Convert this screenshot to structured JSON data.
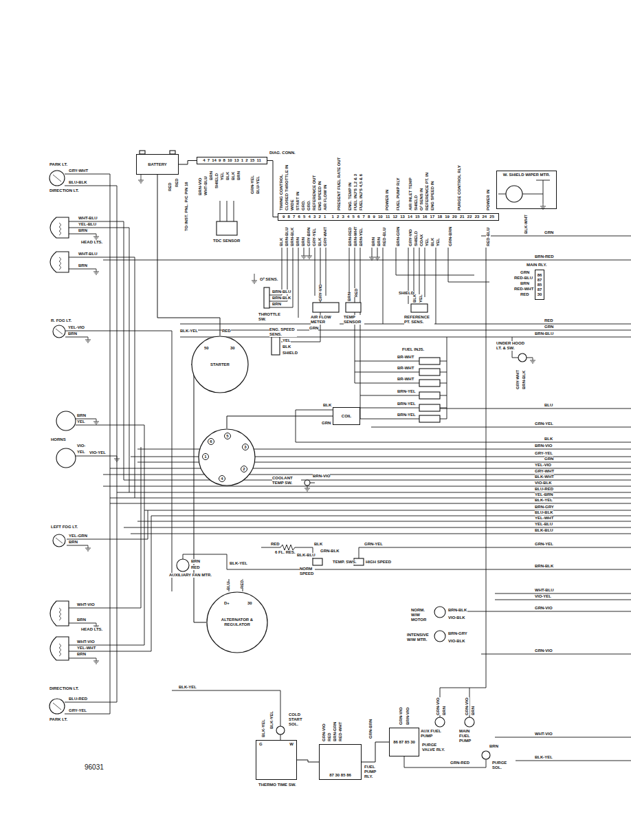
{
  "diagram": {
    "nodes": [
      {
        "text": [
          "BATTERY"
        ]
      },
      {
        "text": [
          "4 7 14 9 8 10 13 1 2 15 11"
        ]
      },
      {
        "text": [
          "9 8 7 6 5 4 3 2 1",
          "1 2 3 4 5 6 7 8 9 10 11 12 13 14 15 16 17 18 19 20 21 22 23 24 25"
        ]
      },
      {
        "text": [
          "W. SHIELD WIPER MTR."
        ]
      },
      {
        "text": [
          "86 87 85 87 30"
        ]
      },
      {
        "text": [
          "STARTER"
        ]
      },
      {
        "text": [
          "COIL"
        ]
      },
      {
        "text": [
          "1",
          "2",
          "3",
          "4",
          "5",
          "6"
        ]
      },
      {
        "text": [
          "ALTERNATOR & REGULATOR"
        ]
      },
      {
        "text": [
          "G",
          "W"
        ]
      },
      {
        "text": [
          "87 30 85 86"
        ]
      },
      {
        "text": [
          "86 87 85 30"
        ]
      }
    ],
    "edges": [
      {
        "from": 0,
        "to": 5,
        "arrow": "none"
      },
      {
        "from": 5,
        "to": 8,
        "arrow": "none"
      },
      {
        "from": 6,
        "to": 7,
        "arrow": "none"
      },
      {
        "from": 11,
        "to": 10,
        "arrow": "none"
      },
      {
        "from": 9,
        "to": 10,
        "arrow": "none"
      },
      {
        "from": 1,
        "to": 2,
        "arrow": "none"
      },
      {
        "from": 0,
        "to": 1,
        "arrow": "none"
      }
    ],
    "labels": [
      "PARK LT.",
      "GRY-WHT",
      "BLU-BLK",
      "DIRECTION LT.",
      "WHT-BLU",
      "YEL-BLU",
      "BRN",
      "HEAD LTS.",
      "WHT-BLU",
      "BRN",
      "R. FOG LT.",
      "YEL-VIO",
      "BRN",
      "BRN",
      "YEL",
      "HORNS",
      "VIO-",
      "YEL",
      "VIO-YEL",
      "LEFT FOG LT.",
      "YEL-GRN",
      "BRN",
      "WHT-VIO",
      "BRN",
      "HEAD LTS.",
      "WHT-VIO",
      "YEL-WHT",
      "BRN",
      "DIRECTION LT.",
      "BLU-RED",
      "GRY-YEL",
      "PARK LT.",
      "96031",
      "RED",
      "RED",
      "BRN-VIO",
      "WHT-BLU",
      "BRN",
      "SHIELD",
      "YEL",
      "BLK",
      "BLK",
      "BRN",
      "GRN-YEL",
      "BLU-YEL",
      "DIAG. CONN.",
      "TO INST. PNL. P/C PIN 16",
      "TDC SENSOR",
      "TIMING CONTROL",
      "CLOSED THROTTLE IN",
      "WIDE",
      "START IN",
      "GRD.",
      "GRD.",
      "REFERENCE OUT",
      "ENG SPEED IN",
      "AIR FLOW IN",
      "PRESENT FUEL RATE OUT",
      "ENG. TEMP IN",
      "FUEL INJ'S 1,2 & 3",
      "FUEL INJ'S 4,5 & 6",
      "POWER IN",
      "FUEL PUMP RLY",
      "AIR INLET TEMP",
      "SHIELD",
      "O² SENS IN",
      "REFERENCE PT. IN",
      "ENG SPEED IN",
      "PURGE CONTROL RLY",
      "POWER IN",
      "BLK",
      "BRN-BLU",
      "BRN-BLK",
      "BRN",
      "BRN",
      "GRY-BRN",
      "GRY-YEL",
      "BLK",
      "GRY-WHT",
      "BRN-RED",
      "BRN-WHT",
      "BRN-YEL",
      "BRN",
      "BRN",
      "RED-BLU",
      "BRN-GRN",
      "GRY-VIO",
      "SHIELD",
      "COAX",
      "YEL",
      "BLK",
      "YEL",
      "GRN-BRN",
      "RED-BLU",
      "BLK-WHT",
      "GRN",
      "BRN-RED",
      "MAIN RLY.",
      "GRN",
      "RED-BLU",
      "BRN",
      "RED-WHT",
      "RED",
      "RED",
      "GRN",
      "BRN-BLU",
      "UNDER HOOD LT. & SW.",
      "GRY-WHT",
      "BRN-BLK",
      "BLU",
      "GRN-YEL",
      "BLK",
      "BRN-VIO",
      "GRY-YEL",
      "GRN",
      "YEL-VIO",
      "GRY-WHT",
      "BLK-WHT",
      "VIO-BLK",
      "BLU-RED",
      "YEL-BRN",
      "BLK-YEL",
      "BRN-GRY",
      "BLU-BLK",
      "YEL-WHT",
      "YEL-BLU",
      "BLK-BLU",
      "GRN-YEL",
      "BRN-BLK",
      "WHT-BLU",
      "VIO-YEL",
      "GRN-VIO",
      "GRN-VIO",
      "WHT-VIO",
      "BLK-YEL",
      "O² SENS.",
      "BRN-BLU",
      "BRN-BLK",
      "BRN",
      "THROTTLE SW.",
      "GRY-VIO",
      "AIR FLOW METER",
      "BRN",
      "RED",
      "TEMP SENSOR",
      "SHIELD",
      "BLK",
      "YEL",
      "REFERENCE PT. SENS.",
      "GRN",
      "ENG. SPEED SENS.",
      "YEL",
      "BLK",
      "SHIELD",
      "RED",
      "BLK-YEL",
      "50",
      "30",
      "FUEL INJS.",
      "BR-WHT",
      "BR-WHT",
      "BR-WHT",
      "BRN-YEL",
      "BRN-YEL",
      "BRN-YEL",
      "BLK",
      "GRN",
      "COOLANT TEMP SW.",
      "BRN-VIO",
      "RED",
      "6 FL. RES.",
      "BLK",
      "GRN-BLK",
      "BLK-BLU",
      "GRN-YEL",
      "TEMP. SWS.",
      "NORM SPEED",
      "HIGH SPEED",
      "BRN",
      "RED",
      "BLK-YEL",
      "AUXILIARY FAN MTR.",
      "BLU",
      "RED",
      "D+",
      "30",
      "NORM. W/W MOTOR",
      "BRN-BLK",
      "VIO-BLK",
      "INTENSIVE W/W MTR.",
      "BRN-GRY",
      "VIO-BLK",
      "BLK-YEL",
      "BLK-YEL",
      "COLD START SOL.",
      "BLK-YEL",
      "THERMO TIME SW.",
      "GRN-VIO",
      "RED",
      "BRN-GRN",
      "RED-WHT",
      "FUEL PUMP RLY.",
      "GRN-BRN",
      "GRN-VIO",
      "BRN-VIO",
      "PURGE VALVE RLY.",
      "GRN-RED",
      "BRN",
      "PURGE SOL.",
      "GRN-VIO",
      "BRN",
      "AUX FUEL PUMP",
      "GRN-VIO",
      "BRN",
      "MAIN FUEL PUMP"
    ]
  }
}
